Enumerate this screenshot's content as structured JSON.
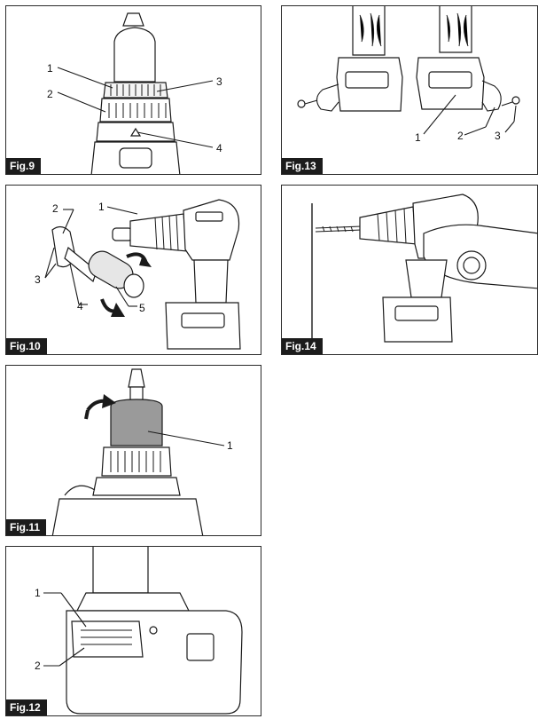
{
  "figures": [
    {
      "id": "fig9",
      "label": "Fig.9",
      "callouts": [
        "1",
        "2",
        "3",
        "4"
      ]
    },
    {
      "id": "fig13",
      "label": "Fig.13",
      "callouts": [
        "1",
        "2",
        "3"
      ]
    },
    {
      "id": "fig10",
      "label": "Fig.10",
      "callouts": [
        "1",
        "2",
        "3",
        "4",
        "5"
      ]
    },
    {
      "id": "fig14",
      "label": "Fig.14",
      "callouts": []
    },
    {
      "id": "fig11",
      "label": "Fig.11",
      "callouts": [
        "1"
      ]
    },
    {
      "id": "fig12",
      "label": "Fig.12",
      "callouts": [
        "1",
        "2"
      ]
    }
  ],
  "colors": {
    "frame": "#2a2a2a",
    "label_bg": "#1c1c1c",
    "label_text": "#ffffff",
    "highlight_gray": "#9a9a9a"
  }
}
